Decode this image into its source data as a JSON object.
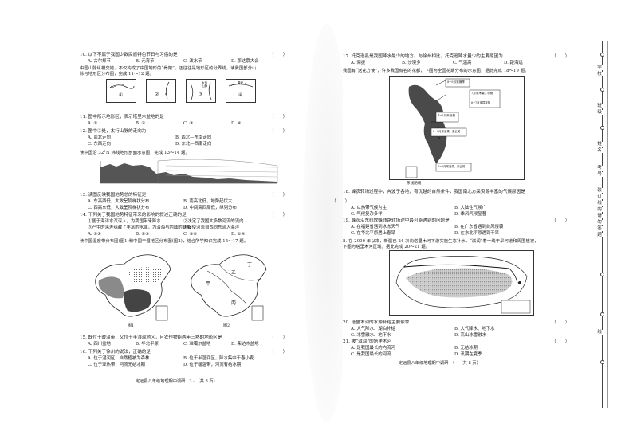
{
  "left": {
    "q10": {
      "text": "10. 以下不属于我国少数民族特色节日与习俗的是",
      "bracket": "（　　）",
      "options": [
        "A. 古尔邦节",
        "B. 元宵节",
        "C. 泼水节",
        "D. 那达慕大会"
      ]
    },
    "intro_11_12": [
      "中国山脉纵横交错，不仅构成了中国地形的“骨架”，还往往是地形区的分界线，读我国部分山",
      "脉与地形区分布图，完成 11～12 题。"
    ],
    "fig_labels": [
      "①",
      "②",
      "③",
      "④",
      "太行山脉",
      "四川盆地",
      "秦岭"
    ],
    "q11": {
      "text": "11. 图中所示地形区，表示塔里木盆地的是",
      "bracket": "（　　）",
      "options": [
        "A. ①",
        "B. ②",
        "C. ③",
        "D. ④"
      ]
    },
    "q12": {
      "text": "12. 图中②处，太行山脉的走向为",
      "bracket": "（　　）",
      "options": [
        "A. 南北走向",
        "B. 西北—东南走向",
        "C. 东西走向",
        "D. 东北—西南走向"
      ]
    },
    "intro_13_14": "读中国沿 32°N 纬线地形剖面示意图，完成 13～14 题。",
    "q13": {
      "text": "13. 读图反映我国地势总的特征是",
      "bracket": "（　　）",
      "options": [
        "A. 东高西低，大致呈阶梯状分布",
        "B. 南高北低，地势起伏大",
        "C. 西高东低，大致呈阶梯状分布",
        "D. 中间高四周低，纵列分布"
      ]
    },
    "q14": {
      "text": "14. 下列关于我国地势特征带来的影响的叙述正确的是",
      "bracket": "（　　）",
      "options": [
        "①便于海洋水汽深入，为我国带来降水",
        "②决定了我国大多数河流的流向",
        "③产生的落差蕴藏了丰富的水能，为沿海与内陆的联系",
        "④促使河流自西向东流入海洋"
      ],
      "options2": [
        "A. ①②",
        "B. ②③",
        "C. ③④",
        "D. ①④"
      ]
    },
    "intro_15_17": "读中国温度带分布图(图1)和中国干湿地区分布图(图2)，结合所学知识完成 15～17 题。",
    "fig_captions": [
      "图1",
      "图2"
    ],
    "q15": {
      "text": "15. 既位于暖温带，又位于半湿润地区，且农作物能两年三熟的地形区是",
      "bracket": "（　　）",
      "options": [
        "A. 四川盆地",
        "B. 华北平原",
        "C. 准噶尔盆地",
        "D. 柴达木盆地"
      ]
    },
    "q16": {
      "text": "16. 下列关于徐州的说法，正确的是",
      "bracket": "（　　）",
      "options": [
        "A. 位于湿润区，自然植被为森林",
        "B. 位于半湿润区，降水集中于春小麦",
        "C. 位于亚热带，河流无结冰期",
        "D. 位于暖温带，河流有结冰期"
      ]
    },
    "footer": "定远县八年级地理期中调研 · 3 · （共 8 页）"
  },
  "right": {
    "q17": {
      "text": "17. 托克逊县是我国降水最少的地方。与徐州相比，托克逊降水量少的主要原因为",
      "bracket": "（　　）",
      "options": [
        "A. 海拔",
        "B. 沙漠多",
        "C. 气温高",
        "D. 距海远"
      ]
    },
    "intro_18_19": [
      "我国有“送花方使”，许多我国有名的花都，下图为全国花期分布的示意图，据此完成 18～19 题。"
    ],
    "map_labels": [
      "8~9月采摘季",
      "7月采木薯、柑橘",
      "6~7月采荔枝等",
      "4~5月采枇杷",
      "3~4月采油菜、紫云英",
      "1~3月采油菜、紫云英",
      "东线路线"
    ],
    "q18": {
      "text": "18. 蜂农转场过程中，奔波于各地，有优越的自然条件，我国南北方采资源丰富的气候原因是",
      "bracket": "（　　）",
      "options": [
        "A. 以热带气候为主",
        "B. 大陆性气候广",
        "C. 气候复杂多样",
        "D. 季风气候显著"
      ]
    },
    "q19": {
      "text": "19. 蜂农沿东线放蜂线路转场途中最可能遇到的问题是",
      "bracket": "（　　）",
      "options": [
        "A. 在福建省遇到冰冻天气",
        "B. 在广东省遇到台风侵袭",
        "C. 在华北平原遇上春旱",
        "D. 在东北平原遇到干旱"
      ]
    },
    "intro_20_21": [
      "8. 在 2000 年以来，新疆已 24 次向塔里木河下游实施生态补水，“滋润”着一线干旱河道和周围植被，",
      "下图为塔里木河区域，据此完成 20～21 题。"
    ],
    "q20": {
      "text": "20. 塔里木河的水源补给主要依靠",
      "bracket": "（　　）",
      "options": [
        "A. 大气降水、湖泊补给",
        "B. 大气降水、地下水",
        "C. 冰雪融水、地下水",
        "D. 高山冰雪融水"
      ]
    },
    "q21": {
      "text": "21. 被“滋润”的塔里木河",
      "bracket": "（　　）",
      "options": [
        "A. 是我国最长的内流河",
        "B. 无结冰期",
        "C. 是我国最长的河流",
        "D. 汛期在夏季"
      ]
    },
    "footer": "定远县八年级地理期中调研 · 4 · （共 8 页）"
  },
  "spine": [
    "学",
    "校",
    "班",
    "级",
    "姓",
    "名",
    "考",
    "号",
    "装",
    "订",
    "线",
    "内",
    "请",
    "勿",
    "答",
    "题",
    "线"
  ]
}
